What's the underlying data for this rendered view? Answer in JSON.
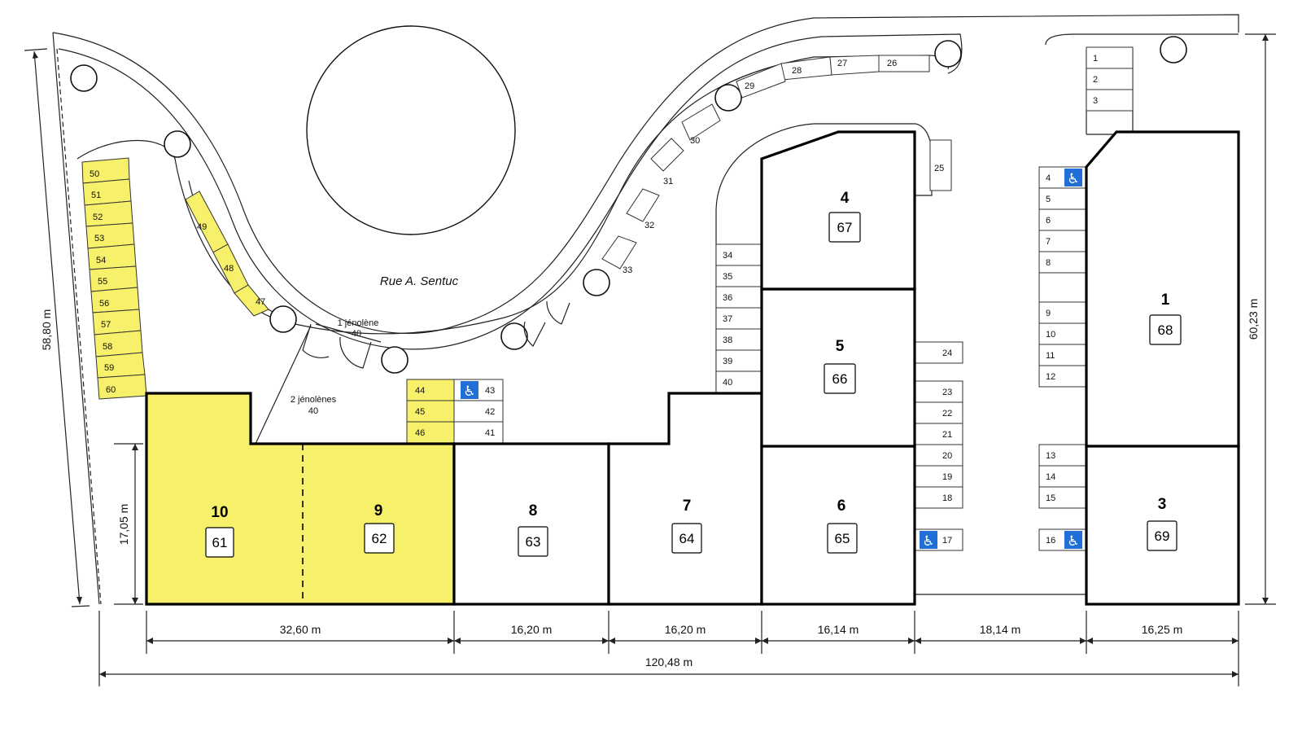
{
  "street_name": "Rue A. Sentuc",
  "gates": {
    "gate1_line1": "1 jénolène",
    "gate1_line2": "40",
    "gate2_line1": "2 jénolènes",
    "gate2_line2": "40"
  },
  "buildings": [
    {
      "id": "b10",
      "number": "10",
      "lot": "61",
      "highlight": true
    },
    {
      "id": "b9",
      "number": "9",
      "lot": "62",
      "highlight": true
    },
    {
      "id": "b8",
      "number": "8",
      "lot": "63",
      "highlight": false
    },
    {
      "id": "b7",
      "number": "7",
      "lot": "64",
      "highlight": false
    },
    {
      "id": "b6",
      "number": "6",
      "lot": "65",
      "highlight": false
    },
    {
      "id": "b5",
      "number": "5",
      "lot": "66",
      "highlight": false
    },
    {
      "id": "b4",
      "number": "4",
      "lot": "67",
      "highlight": false
    },
    {
      "id": "b1",
      "number": "1",
      "lot": "68",
      "highlight": false
    },
    {
      "id": "b3",
      "number": "3",
      "lot": "69",
      "highlight": false
    }
  ],
  "parking": {
    "left_column": [
      "50",
      "51",
      "52",
      "53",
      "54",
      "55",
      "56",
      "57",
      "58",
      "59",
      "60"
    ],
    "curve_inner": [
      "49",
      "48",
      "47"
    ],
    "top_arc": [
      "28",
      "27",
      "26",
      "29",
      "30",
      "31",
      "32",
      "33"
    ],
    "mid_column": [
      "34",
      "35",
      "36",
      "37",
      "38",
      "39",
      "40"
    ],
    "center_small": [
      "44",
      "45",
      "46",
      "43",
      "42",
      "41"
    ],
    "right_mid": [
      "25",
      "24",
      "23",
      "22",
      "21",
      "20",
      "19",
      "18",
      "17"
    ],
    "right_col": [
      "1",
      "2",
      "3",
      "4",
      "5",
      "6",
      "7",
      "8",
      "9",
      "10",
      "11",
      "12",
      "13",
      "14",
      "15",
      "16"
    ],
    "accessible_spots": [
      "43",
      "17",
      "4",
      "16"
    ]
  },
  "dimensions": {
    "total_width": "120,48 m",
    "left_height": "58,80 m",
    "right_height": "60,23 m",
    "unit_depth": "17,05 m",
    "segments": [
      "32,60 m",
      "16,20 m",
      "16,20 m",
      "16,14 m",
      "18,14 m",
      "16,25 m"
    ]
  },
  "colors": {
    "highlight": "#f7f06a",
    "accessible": "#1f6fd6"
  }
}
